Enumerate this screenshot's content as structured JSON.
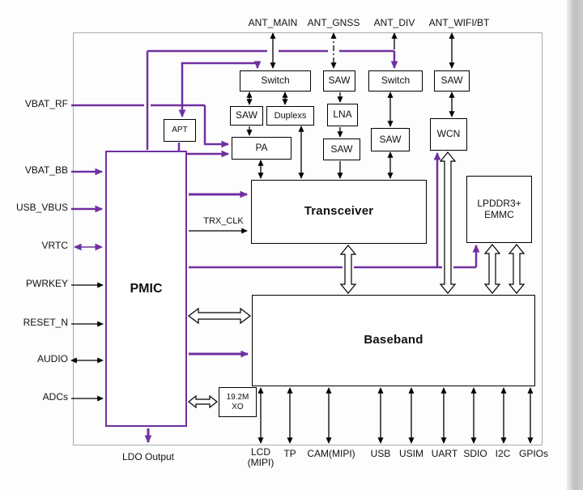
{
  "colors": {
    "power": "#7030a0",
    "signal": "#000000",
    "frame": "#a9a9a9"
  },
  "top_ports": [
    "ANT_MAIN",
    "ANT_GNSS",
    "ANT_DIV",
    "ANT_WIFI/BT"
  ],
  "left_ports": [
    "VBAT_RF",
    "VBAT_BB",
    "USB_VBUS",
    "VRTC",
    "PWRKEY",
    "RESET_N",
    "AUDIO",
    "ADCs"
  ],
  "bottom_ports": [
    "LCD\n(MIPI)",
    "TP",
    "CAM(MIPI)",
    "USB",
    "USIM",
    "UART",
    "SDIO",
    "I2C",
    "GPIOs"
  ],
  "ldo_output": "LDO Output",
  "signals": {
    "trx_clk": "TRX_CLK"
  },
  "blocks": {
    "switch_main": "Switch",
    "saw_gnss": "SAW",
    "switch_div": "Switch",
    "saw_wifi": "SAW",
    "saw_tx": "SAW",
    "duplexs": "Duplexs",
    "lna": "LNA",
    "apt": "APT",
    "pa": "PA",
    "saw_rx": "SAW",
    "saw_div": "SAW",
    "wcn": "WCN",
    "transceiver": "Transceiver",
    "memory": "LPDDR3+\nEMMC",
    "pmic": "PMIC",
    "baseband": "Baseband",
    "xo": "19.2M\nXO"
  }
}
